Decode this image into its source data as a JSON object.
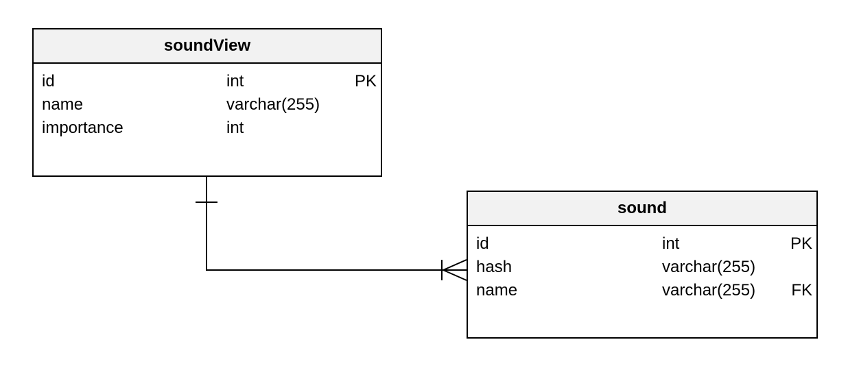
{
  "entities": {
    "soundView": {
      "title": "soundView",
      "fields": [
        {
          "name": "id",
          "type": "int",
          "key": "PK"
        },
        {
          "name": "name",
          "type": "varchar(255)",
          "key": ""
        },
        {
          "name": "importance",
          "type": "int",
          "key": ""
        }
      ]
    },
    "sound": {
      "title": "sound",
      "fields": [
        {
          "name": "id",
          "type": "int",
          "key": "PK"
        },
        {
          "name": "hash",
          "type": "varchar(255)",
          "key": ""
        },
        {
          "name": "name",
          "type": "varchar(255)",
          "key": "FK"
        }
      ]
    }
  },
  "relationships": [
    {
      "from": "soundView",
      "to": "sound",
      "from_cardinality": "one",
      "to_cardinality": "one-or-many"
    }
  ],
  "colors": {
    "header_fill": "#f2f2f2",
    "border": "#000000",
    "background": "#ffffff"
  }
}
